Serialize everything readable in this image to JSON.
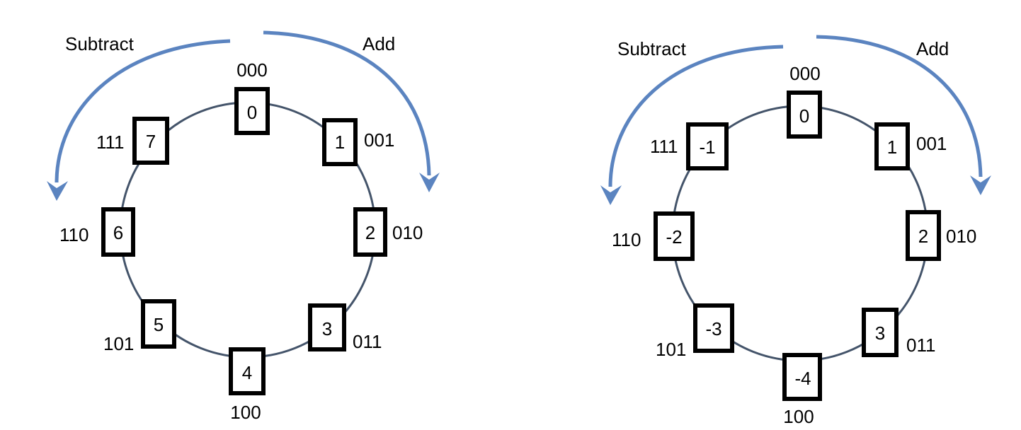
{
  "colors": {
    "ring": "#44546a",
    "arrow": "#5b84c0",
    "box_border": "#000000"
  },
  "diagrams": [
    {
      "subtract_label": "Subtract",
      "add_label": "Add",
      "nodes": [
        {
          "value": "0",
          "code": "000"
        },
        {
          "value": "1",
          "code": "001"
        },
        {
          "value": "2",
          "code": "010"
        },
        {
          "value": "3",
          "code": "011"
        },
        {
          "value": "4",
          "code": "100"
        },
        {
          "value": "5",
          "code": "101"
        },
        {
          "value": "6",
          "code": "110"
        },
        {
          "value": "7",
          "code": "111"
        }
      ]
    },
    {
      "subtract_label": "Subtract",
      "add_label": "Add",
      "nodes": [
        {
          "value": "0",
          "code": "000"
        },
        {
          "value": "1",
          "code": "001"
        },
        {
          "value": "2",
          "code": "010"
        },
        {
          "value": "3",
          "code": "011"
        },
        {
          "value": "-4",
          "code": "100"
        },
        {
          "value": "-3",
          "code": "101"
        },
        {
          "value": "-2",
          "code": "110"
        },
        {
          "value": "-1",
          "code": "111"
        }
      ]
    }
  ]
}
